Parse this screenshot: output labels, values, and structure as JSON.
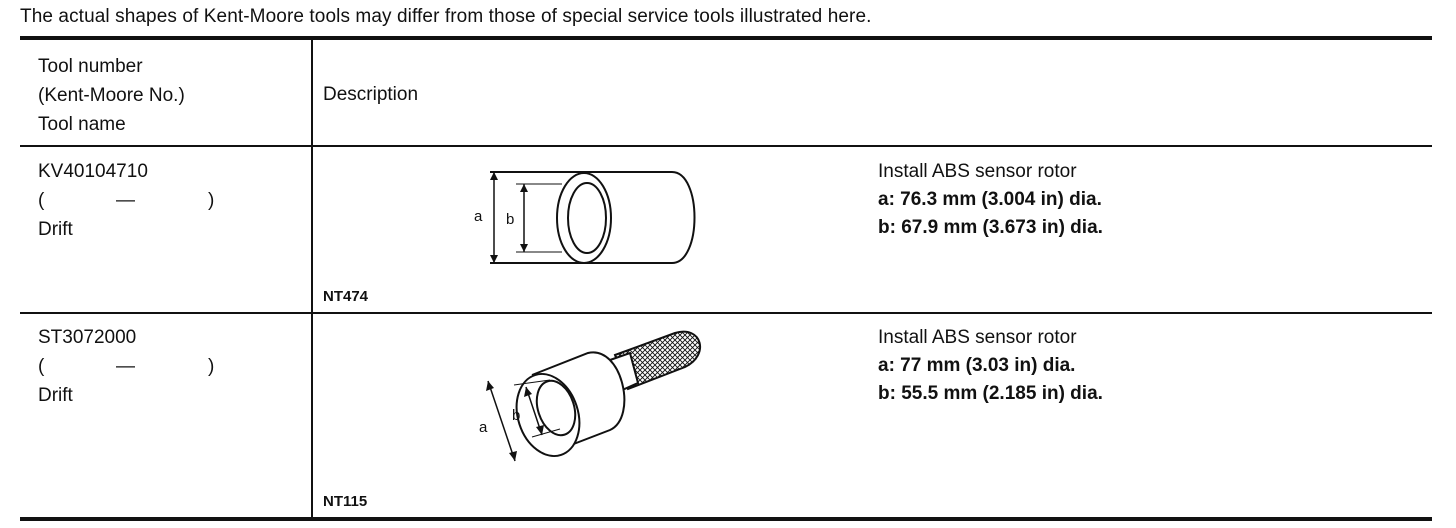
{
  "note": "The actual shapes of Kent-Moore tools may differ from those of special service tools illustrated here.",
  "header": {
    "tool_col": [
      "Tool number",
      "(Kent-Moore No.)",
      "Tool name"
    ],
    "desc_col": "Description"
  },
  "rows": [
    {
      "tool_number": "KV40104710",
      "kent_moore": {
        "open": "(",
        "value": "—",
        "close": ")"
      },
      "tool_name": "Drift",
      "figure_code": "NT474",
      "figure_labels": {
        "a": "a",
        "b": "b"
      },
      "desc_title": "Install ABS sensor rotor",
      "spec_a": "a: 76.3 mm (3.004 in) dia.",
      "spec_b": "b: 67.9 mm (3.673 in) dia."
    },
    {
      "tool_number": "ST3072000",
      "kent_moore": {
        "open": "(",
        "value": "—",
        "close": ")"
      },
      "tool_name": "Drift",
      "figure_code": "NT115",
      "figure_labels": {
        "a": "a",
        "b": "b"
      },
      "desc_title": "Install ABS sensor rotor",
      "spec_a": "a: 77 mm (3.03 in) dia.",
      "spec_b": "b: 55.5 mm (2.185 in) dia."
    }
  ]
}
